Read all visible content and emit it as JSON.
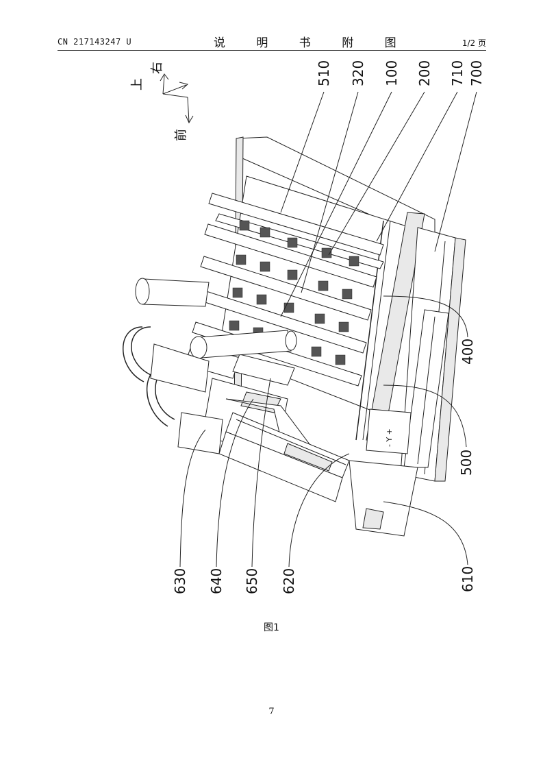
{
  "header": {
    "publication_number": "CN 217143247 U",
    "title": "说 明 书 附 图",
    "page_of": "1/2 页"
  },
  "figure": {
    "caption": "图1",
    "direction_labels": {
      "up": "上",
      "right": "右",
      "front": "前"
    },
    "top_labels": [
      "510",
      "320",
      "100",
      "200",
      "710",
      "700"
    ],
    "right_labels": [
      "400",
      "500",
      "610"
    ],
    "bottom_labels": [
      "630",
      "640",
      "650",
      "620"
    ],
    "sign_text": "- Y +"
  },
  "page_number": "7"
}
